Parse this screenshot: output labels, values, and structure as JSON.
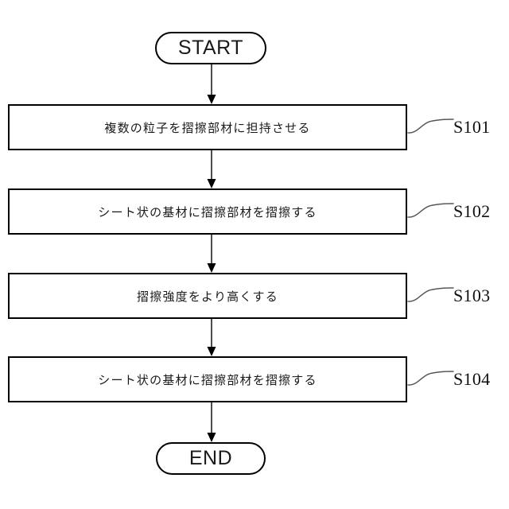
{
  "diagram": {
    "type": "flowchart",
    "orientation": "vertical",
    "background_color": "#ffffff",
    "line_color": "#000000",
    "leader_line_color": "#555555",
    "text_color": "#1a1a1a",
    "nodes": {
      "start": {
        "shape": "terminal",
        "label": "START"
      },
      "end": {
        "shape": "terminal",
        "label": "END"
      },
      "steps": [
        {
          "id": "S101",
          "shape": "process",
          "label": "複数の粒子を摺擦部材に担持させる",
          "reference": "S101"
        },
        {
          "id": "S102",
          "shape": "process",
          "label": "シート状の基材に摺擦部材を摺擦する",
          "reference": "S102"
        },
        {
          "id": "S103",
          "shape": "process",
          "label": "摺擦強度をより高くする",
          "reference": "S103"
        },
        {
          "id": "S104",
          "shape": "process",
          "label": "シート状の基材に摺擦部材を摺擦する",
          "reference": "S104"
        }
      ]
    },
    "connectors": [
      {
        "from": "start",
        "to": "S101",
        "arrowhead": "filled-triangle"
      },
      {
        "from": "S101",
        "to": "S102",
        "arrowhead": "filled-triangle"
      },
      {
        "from": "S102",
        "to": "S103",
        "arrowhead": "filled-triangle"
      },
      {
        "from": "S103",
        "to": "S104",
        "arrowhead": "filled-triangle"
      },
      {
        "from": "S104",
        "to": "end",
        "arrowhead": "filled-triangle"
      }
    ]
  }
}
